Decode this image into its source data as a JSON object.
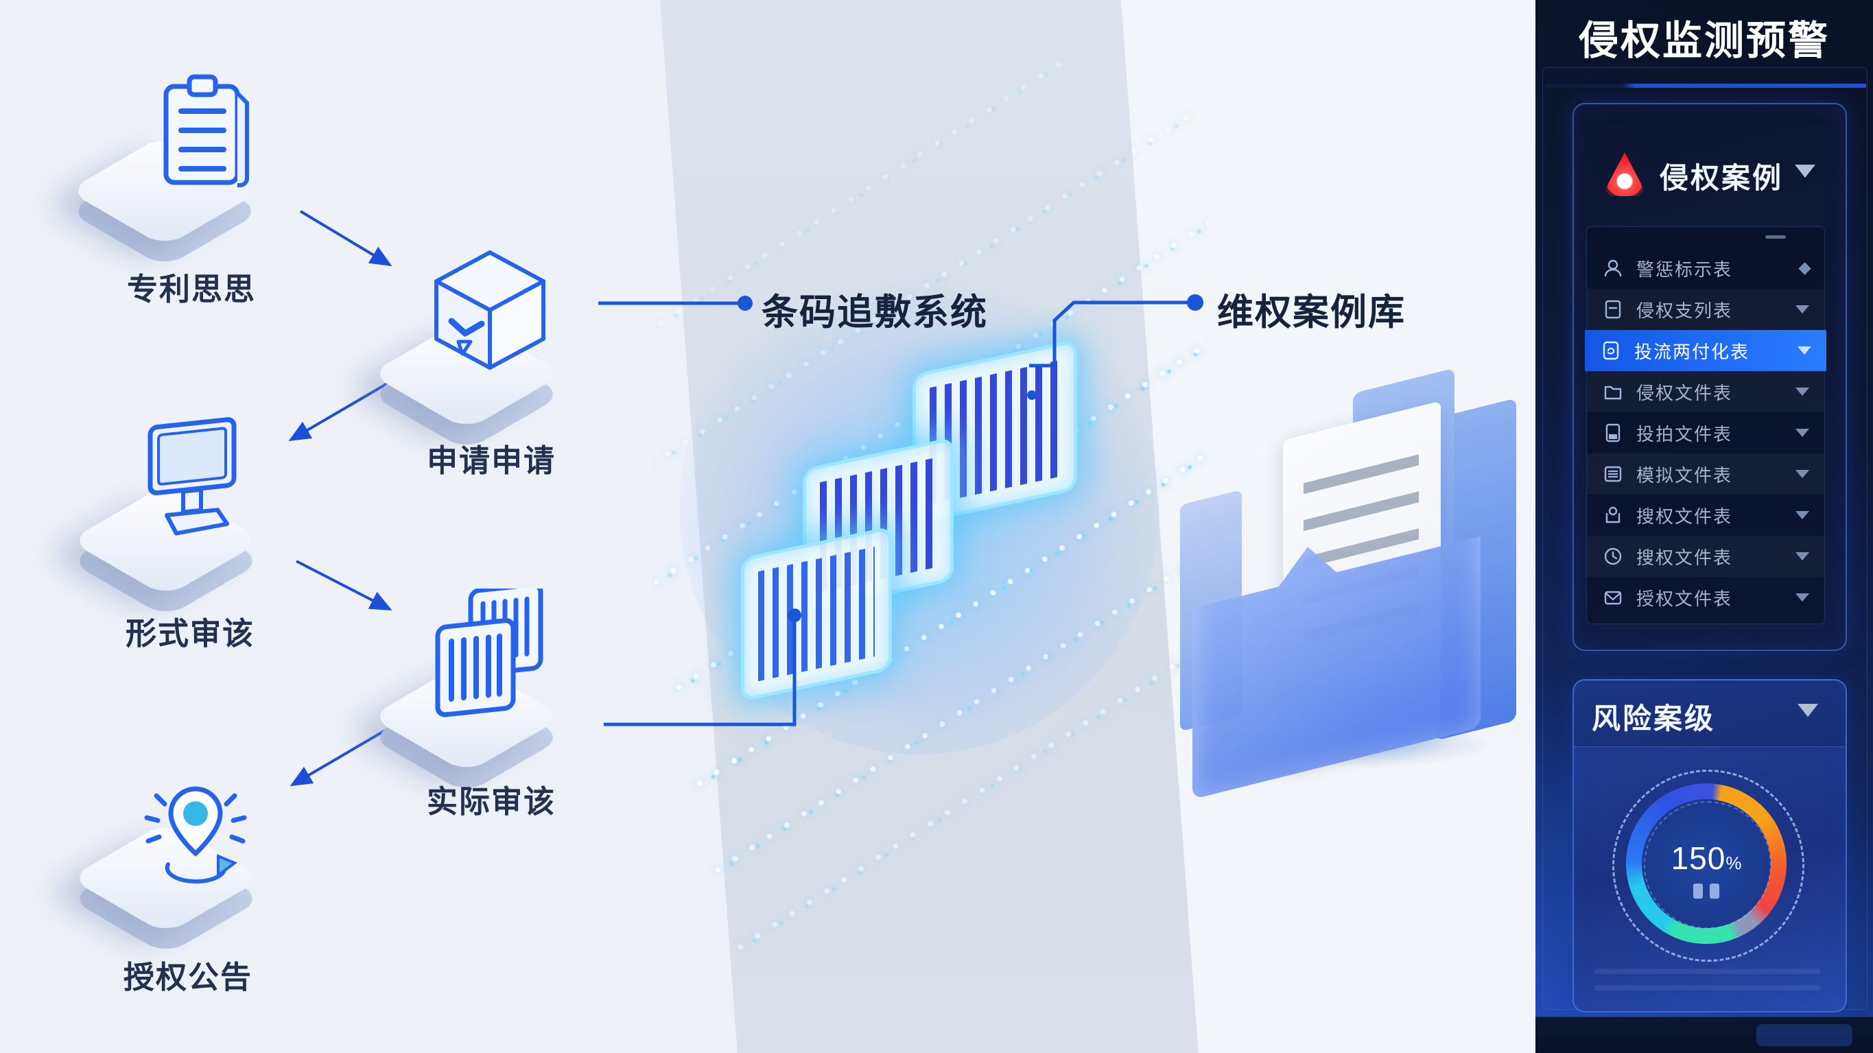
{
  "flow": {
    "nodes": [
      {
        "label": "专利思思",
        "icon": "clipboard-icon"
      },
      {
        "label": "申请申请",
        "icon": "cube-check-icon"
      },
      {
        "label": "形式审该",
        "icon": "monitor-icon"
      },
      {
        "label": "实际审该",
        "icon": "barcode-cards-icon"
      },
      {
        "label": "授权公告",
        "icon": "location-pin-icon"
      }
    ]
  },
  "labels": {
    "barcode_system": "条码追敷系统",
    "case_library": "维权案例库"
  },
  "sidebar": {
    "title": "侵权监测预警",
    "case_panel": {
      "title": "侵权案例",
      "icon": "alert-icon",
      "items": [
        {
          "label": "警惩标示表",
          "icon": "user-icon",
          "selected": false
        },
        {
          "label": "侵权支列表",
          "icon": "file-icon",
          "selected": false
        },
        {
          "label": "投流两付化表",
          "icon": "doc-badge-icon",
          "selected": true
        },
        {
          "label": "侵权文件表",
          "icon": "folder-icon",
          "selected": false
        },
        {
          "label": "投拍文件表",
          "icon": "device-icon",
          "selected": false
        },
        {
          "label": "模拟文件表",
          "icon": "list-icon",
          "selected": false
        },
        {
          "label": "搜权文件表",
          "icon": "pin-icon",
          "selected": false
        },
        {
          "label": "搜权文件表",
          "icon": "clock-icon",
          "selected": false
        },
        {
          "label": "授权文件表",
          "icon": "mail-icon",
          "selected": false
        }
      ]
    },
    "risk_panel": {
      "title": "风险案级",
      "gauge": {
        "value": "150",
        "unit": "%"
      }
    }
  },
  "colors": {
    "accent_blue": "#1d4ed8",
    "selected_row": "#1f6bff",
    "alert_red": "#e8121f",
    "sidebar_top": "#0a1126",
    "sidebar_bottom": "#1d44a6",
    "gauge_segments": [
      "#f6a21c",
      "#f0592e",
      "#ee4545",
      "#8f97bb",
      "#36e3ae",
      "#29c8ef",
      "#2b79f2",
      "#3050e2"
    ]
  }
}
